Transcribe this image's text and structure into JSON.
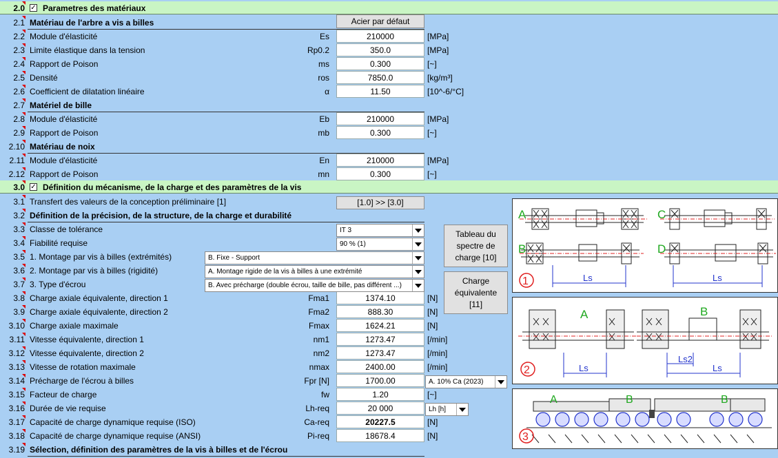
{
  "sections": [
    {
      "num": "2.0",
      "title": "Parametres des matériaux"
    },
    {
      "num": "3.0",
      "title": "Définition du mécanisme, de la charge et des paramètres de la vis"
    }
  ],
  "rows": [
    {
      "num": "2.1",
      "label": "Matériau de l'arbre a vis a billes",
      "bold": true
    },
    {
      "num": "2.2",
      "label": "Module d'élasticité",
      "sym": "Es",
      "val": "210000",
      "unit": "[MPa]"
    },
    {
      "num": "2.3",
      "label": "Limite élastique dans la tension",
      "sym": "Rp0.2",
      "val": "350.0",
      "unit": "[MPa]"
    },
    {
      "num": "2.4",
      "label": "Rapport de Poison",
      "sym": "ms",
      "val": "0.300",
      "unit": "[~]"
    },
    {
      "num": "2.5",
      "label": "Densité",
      "sym": "ros",
      "val": "7850.0",
      "unit": "[kg/m³]"
    },
    {
      "num": "2.6",
      "label": "Coefficient de dilatation linéaire",
      "sym": "α",
      "val": "11.50",
      "unit": "[10^-6/°C]"
    },
    {
      "num": "2.7",
      "label": "Matériel de bille",
      "bold": true
    },
    {
      "num": "2.8",
      "label": "Module d'élasticité",
      "sym": "Eb",
      "val": "210000",
      "unit": "[MPa]"
    },
    {
      "num": "2.9",
      "label": "Rapport de Poison",
      "sym": "mb",
      "val": "0.300",
      "unit": "[~]"
    },
    {
      "num": "2.10",
      "label": "Matériau de noix",
      "bold": true
    },
    {
      "num": "2.11",
      "label": "Module d'élasticité",
      "sym": "En",
      "val": "210000",
      "unit": "[MPa]"
    },
    {
      "num": "2.12",
      "label": "Rapport de Poison",
      "sym": "mn",
      "val": "0.300",
      "unit": "[~]"
    },
    {
      "num": "3.1",
      "label": "Transfert des valeurs de la conception préliminaire [1]"
    },
    {
      "num": "3.2",
      "label": "Définition de la précision, de la structure, de la charge et durabilité",
      "bold": true
    },
    {
      "num": "3.3",
      "label": "Classe de tolérance"
    },
    {
      "num": "3.4",
      "label": "Fiabilité requise"
    },
    {
      "num": "3.5",
      "label": "1. Montage par vis à billes (extrémités)"
    },
    {
      "num": "3.6",
      "label": "2. Montage par vis à billes (rigidité)"
    },
    {
      "num": "3.7",
      "label": "3. Type d'écrou"
    },
    {
      "num": "3.8",
      "label": "Charge axiale équivalente, direction 1",
      "sym": "Fma1",
      "val": "1374.10",
      "unit": "[N]"
    },
    {
      "num": "3.9",
      "label": "Charge axiale équivalente, direction 2",
      "sym": "Fma2",
      "val": "888.30",
      "unit": "[N]"
    },
    {
      "num": "3.10",
      "label": "Charge axiale maximale",
      "sym": "Fmax",
      "val": "1624.21",
      "unit": "[N]"
    },
    {
      "num": "3.11",
      "label": "Vitesse équivalente, direction 1",
      "sym": "nm1",
      "val": "1273.47",
      "unit": "[/min]"
    },
    {
      "num": "3.12",
      "label": "Vitesse équivalente, direction 2",
      "sym": "nm2",
      "val": "1273.47",
      "unit": "[/min]"
    },
    {
      "num": "3.13",
      "label": "Vitesse de rotation maximale",
      "sym": "nmax",
      "val": "2400.00",
      "unit": "[/min]"
    },
    {
      "num": "3.14",
      "label": "Précharge de l'écrou à billes",
      "sym": "Fpr [N]",
      "val": "1700.00"
    },
    {
      "num": "3.15",
      "label": "Facteur de charge",
      "sym": "fw",
      "val": "1.20",
      "unit": "[~]"
    },
    {
      "num": "3.16",
      "label": "Durée de vie requise",
      "sym": "Lh-req",
      "val": "20 000"
    },
    {
      "num": "3.17",
      "label": "Capacité de charge dynamique requise (ISO)",
      "sym": "Ca-req",
      "val": "20227.5",
      "unit": "[N]",
      "valbold": true
    },
    {
      "num": "3.18",
      "label": "Capacité de charge dynamique requise (ANSI)",
      "sym": "Pi-req",
      "val": "18678.4",
      "unit": "[N]"
    },
    {
      "num": "3.19",
      "label": "Sélection, définition des paramètres de la vis à billes et de l'écrou",
      "bold": true
    }
  ],
  "buttons": {
    "default_steel": "Acier par défaut",
    "transfer": "[1.0] >> [3.0]",
    "spectrum": [
      "Tableau du",
      "spectre de",
      "charge [10]"
    ],
    "equiv_load": [
      "Charge",
      "équivalente",
      "[11]"
    ]
  },
  "selects": {
    "tolerance": "IT 3",
    "reliability": "90 % (1)",
    "mount_ends": "B. Fixe - Support",
    "mount_rigidity": "A. Montage rigide de la vis à billes à une extrémité",
    "nut_type": "B. Avec précharge (double écrou, taille de bille, pas différent ...)",
    "preload": "A. 10% Ca  (2023)",
    "life_unit": "Lh [h]"
  },
  "diagrams": {
    "d1": {
      "letters": [
        "A",
        "B",
        "C",
        "D"
      ],
      "dim": "Ls",
      "index": "1"
    },
    "d2": {
      "letters": [
        "A",
        "B"
      ],
      "dims": [
        "Ls",
        "Ls2",
        "Ls"
      ],
      "index": "2"
    },
    "d3": {
      "letters": [
        "A",
        "B",
        "B"
      ],
      "index": "3"
    }
  },
  "colors": {
    "background": "#a9cff3",
    "section": "#c9f5c4",
    "marker": "#dd0000",
    "accent_green": "#1fa81f",
    "accent_red": "#e02020"
  }
}
